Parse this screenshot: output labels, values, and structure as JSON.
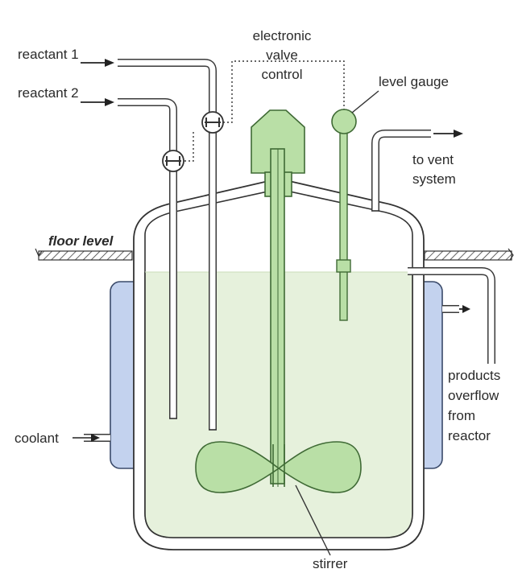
{
  "labels": {
    "reactant1": "reactant 1",
    "reactant2": "reactant 2",
    "valve_control_line1": "electronic",
    "valve_control_line2": "valve",
    "valve_control_line3": "control",
    "level_gauge": "level gauge",
    "vent_line1": "to vent",
    "vent_line2": "system",
    "floor_level": "floor level",
    "products_line1": "products",
    "products_line2": "overflow",
    "products_line3": "from",
    "products_line4": "reactor",
    "coolant": "coolant",
    "stirrer": "stirrer"
  },
  "colors": {
    "liquid": "#e6f1dc",
    "green_part": "#b9dfa6",
    "green_stroke": "#3f6a35",
    "jacket": "#c3d2ee",
    "jacket_stroke": "#3a4a6a",
    "line": "#333333"
  }
}
